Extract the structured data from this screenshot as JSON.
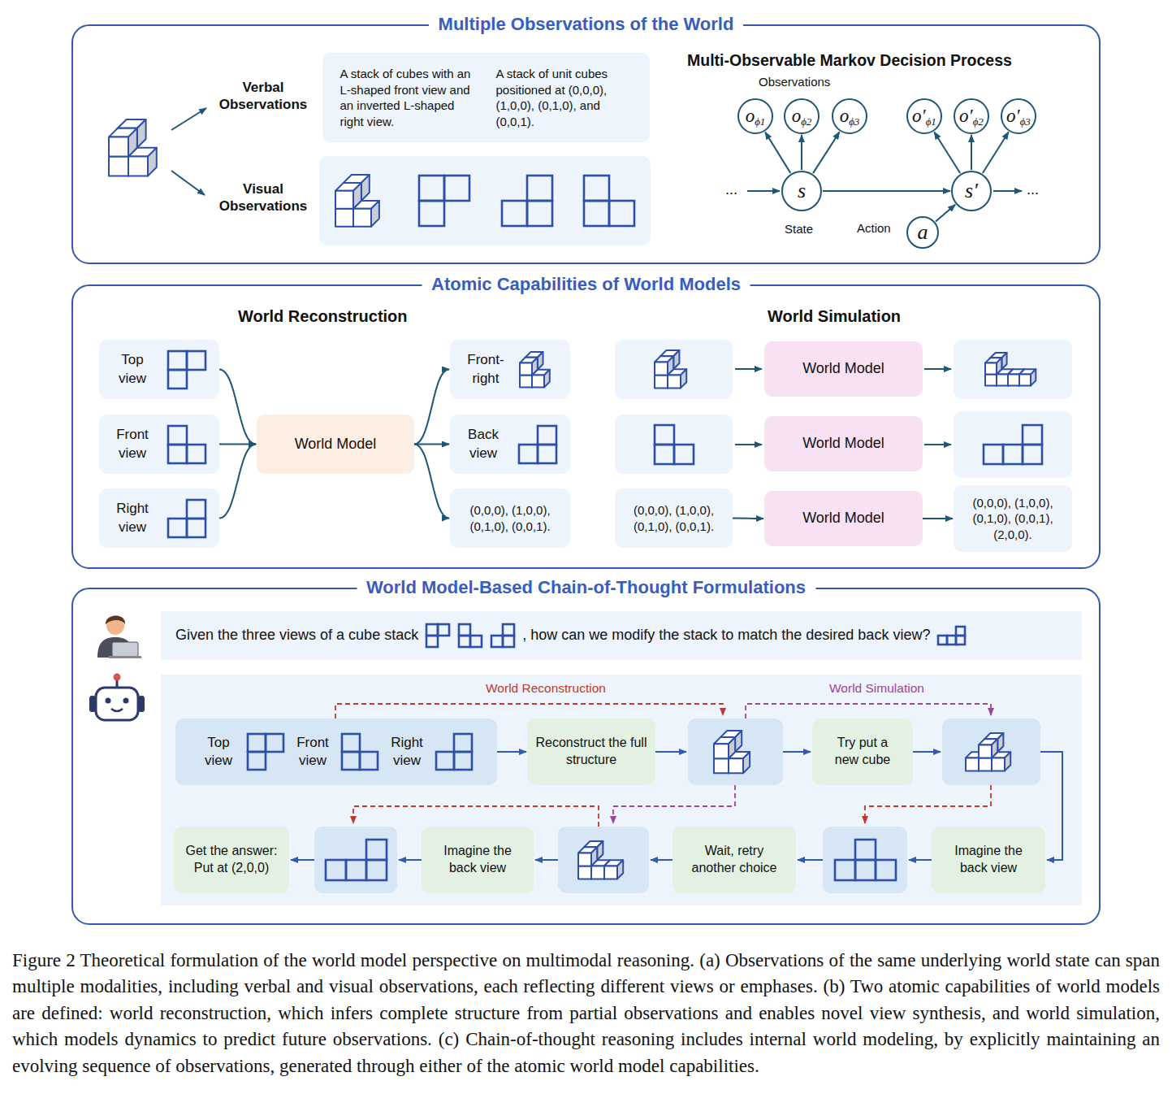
{
  "diagram": {
    "caption": "Figure 2 Theoretical formulation of the world model perspective on multimodal reasoning. (a) Observations of the same underlying world state can span multiple modalities, including verbal and visual observations, each reflecting different views or emphases. (b) Two atomic capabilities of world models are defined: world reconstruction, which infers complete structure from partial observations and enables novel view synthesis, and world simulation, which models dynamics to predict future observations. (c) Chain-of-thought reasoning includes internal world modeling, by explicitly maintaining an evolving sequence of observations, generated through either of the atomic world model capabilities.",
    "nodes": [
      {
        "text": [
          "Multiple Observations of the World"
        ]
      },
      {
        "text": [
          "A stack of cubes with an L-shaped front view and an inverted L-shaped right view.",
          "A stack of unit cubes positioned at (0,0,0), (1,0,0), (0,1,0), and (0,0,1)."
        ],
        "in": 0
      },
      {
        "text": [
          "o",
          "ϕ1"
        ],
        "in": 0
      },
      {
        "text": [
          "o",
          "ϕ2"
        ],
        "in": 0
      },
      {
        "text": [
          "o",
          "ϕ3"
        ],
        "in": 0
      },
      {
        "text": [
          "s"
        ],
        "in": 0
      },
      {
        "text": [
          "o′",
          "ϕ1"
        ],
        "in": 0
      },
      {
        "text": [
          "o′",
          "ϕ2"
        ],
        "in": 0
      },
      {
        "text": [
          "o′",
          "ϕ3"
        ],
        "in": 0
      },
      {
        "text": [
          "s′"
        ],
        "in": 0
      },
      {
        "text": [
          "a"
        ],
        "in": 0
      },
      {
        "text": [
          "Atomic Capabilities of World Models"
        ]
      },
      {
        "text": [
          "Top view"
        ],
        "in": 11
      },
      {
        "text": [
          "Front view"
        ],
        "in": 11
      },
      {
        "text": [
          "Right view"
        ],
        "in": 11
      },
      {
        "text": [
          "World Model"
        ],
        "in": 11
      },
      {
        "text": [
          "Front-right"
        ],
        "in": 11
      },
      {
        "text": [
          "Back view"
        ],
        "in": 11
      },
      {
        "text": [
          "(0,0,0), (1,0,0), (0,1,0), (0,0,1)."
        ],
        "in": 11
      },
      {
        "text": [
          "World Model"
        ],
        "in": 11
      },
      {
        "text": [
          "World Model"
        ],
        "in": 11
      },
      {
        "text": [
          "(0,0,0), (1,0,0), (0,1,0), (0,0,1)."
        ],
        "in": 11
      },
      {
        "text": [
          "World Model"
        ],
        "in": 11
      },
      {
        "text": [
          "(0,0,0), (1,0,0), (0,1,0), (0,0,1), (2,0,0)."
        ],
        "in": 11
      },
      {
        "text": [
          "World Model-Based Chain-of-Thought Formulations"
        ]
      },
      {
        "text": [
          "Given the three views of a cube stack",
          ", how can we modify the stack to match the desired back view?"
        ],
        "in": 24
      },
      {
        "text": [
          "Top view",
          "Front view",
          "Right view"
        ],
        "in": 24
      },
      {
        "text": [
          "Reconstruct the full structure"
        ],
        "in": 24
      },
      {
        "text": [
          "Try put a new cube"
        ],
        "in": 24
      },
      {
        "text": [
          "Imagine the back view"
        ],
        "in": 24
      },
      {
        "text": [
          "Wait, retry another choice"
        ],
        "in": 24
      },
      {
        "text": [
          "Imagine the back view"
        ],
        "in": 24
      },
      {
        "text": [
          "Get the answer: Put at (2,0,0)"
        ],
        "in": 24
      }
    ],
    "edges": [
      {
        "from": 5,
        "to": 2,
        "arrow": "to"
      },
      {
        "from": 5,
        "to": 3,
        "arrow": "to"
      },
      {
        "from": 5,
        "to": 4,
        "arrow": "to"
      },
      {
        "from": 9,
        "to": 6,
        "arrow": "to"
      },
      {
        "from": 9,
        "to": 7,
        "arrow": "to"
      },
      {
        "from": 9,
        "to": 8,
        "arrow": "to"
      },
      {
        "from": 5,
        "to": 9,
        "arrow": "to"
      },
      {
        "from": 10,
        "to": 9,
        "arrow": "to"
      },
      {
        "from": 12,
        "to": 15,
        "arrow": "to"
      },
      {
        "from": 13,
        "to": 15,
        "arrow": "to"
      },
      {
        "from": 14,
        "to": 15,
        "arrow": "to"
      },
      {
        "from": 15,
        "to": 16,
        "arrow": "to"
      },
      {
        "from": 15,
        "to": 17,
        "arrow": "to"
      },
      {
        "from": 15,
        "to": 18,
        "arrow": "to"
      },
      {
        "from": 21,
        "to": 22,
        "arrow": "to"
      },
      {
        "from": 22,
        "to": 23,
        "arrow": "to"
      },
      {
        "from": 26,
        "to": 27,
        "arrow": "to"
      }
    ],
    "labels": [
      "Verbal Observations",
      "Visual Observations",
      "Multi-Observable Markov Decision Process",
      "Observations",
      "...",
      "...",
      "State",
      "Action",
      "World Reconstruction",
      "World Simulation",
      "World Reconstruction",
      "World Simulation"
    ]
  }
}
